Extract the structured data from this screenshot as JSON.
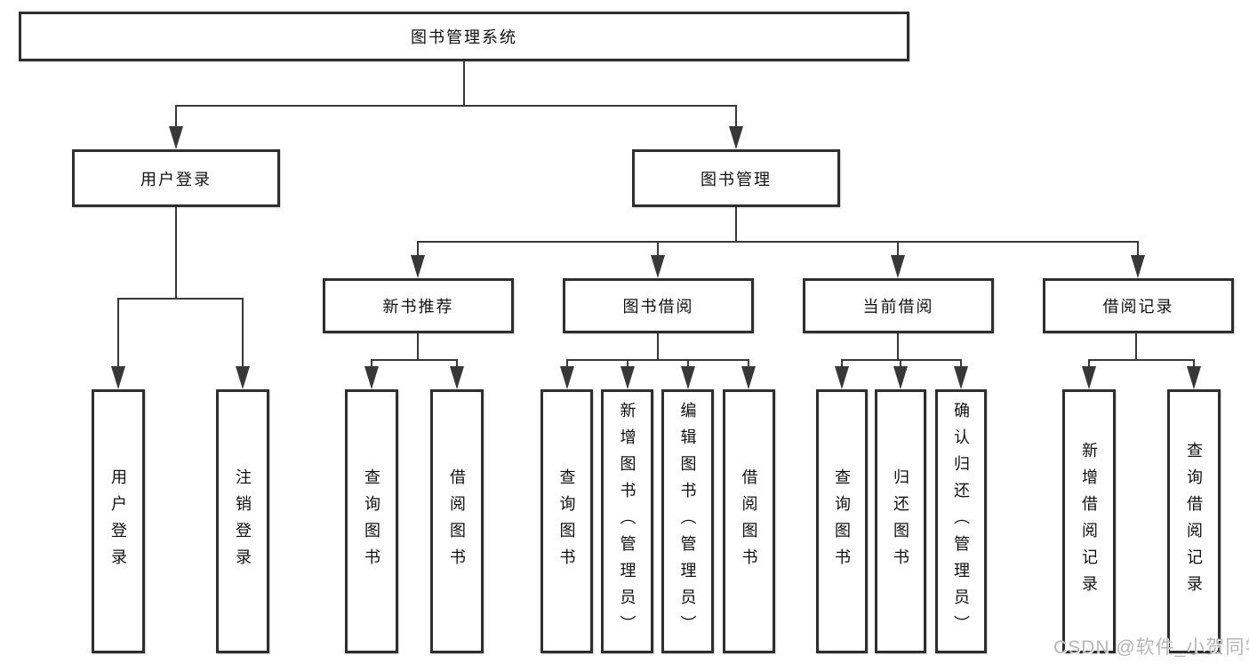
{
  "diagram": {
    "type": "hierarchy-flowchart",
    "colors": {
      "line": "#383838",
      "box_border": "#2e2e2e",
      "box_background": "#ffffff",
      "text": "#111111",
      "watermark_text": "#b6b6b6"
    },
    "tree": {
      "label": "图书管理系统",
      "children": [
        {
          "label": "用户登录",
          "children": [
            {
              "label": "用户登录"
            },
            {
              "label": "注销登录"
            }
          ]
        },
        {
          "label": "图书管理",
          "children": [
            {
              "label": "新书推荐",
              "children": [
                {
                  "label": "查询图书"
                },
                {
                  "label": "借阅图书"
                }
              ]
            },
            {
              "label": "图书借阅",
              "children": [
                {
                  "label": "查询图书"
                },
                {
                  "label": "新增图书（管理员）"
                },
                {
                  "label": "编辑图书（管理员）"
                },
                {
                  "label": "借阅图书"
                }
              ]
            },
            {
              "label": "当前借阅",
              "children": [
                {
                  "label": "查询图书"
                },
                {
                  "label": "归还图书"
                },
                {
                  "label": "确认归还（管理员）"
                }
              ]
            },
            {
              "label": "借阅记录",
              "children": [
                {
                  "label": "新增借阅记录"
                },
                {
                  "label": "查询借阅记录"
                }
              ]
            }
          ]
        }
      ]
    },
    "watermark": "CSDN @软件_小贺同学"
  }
}
